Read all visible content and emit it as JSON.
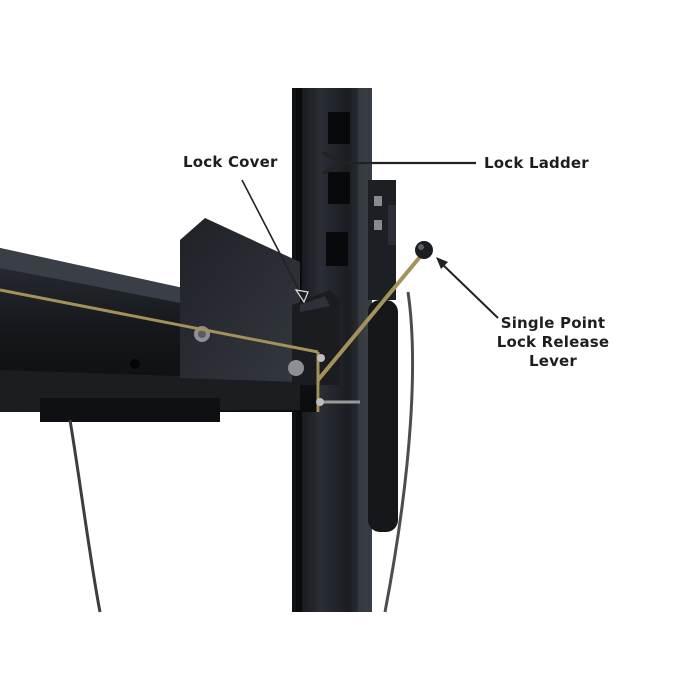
{
  "figure": {
    "subject": "Car lift runway and post showing lock mechanism",
    "background_color": "#ffffff",
    "metal_color": "#16181c",
    "rod_color": "#9a8a55",
    "labels": [
      {
        "id": "lock-cover",
        "text": "Lock Cover"
      },
      {
        "id": "lock-ladder",
        "text": "Lock Ladder"
      },
      {
        "id": "release-lever",
        "lines": [
          "Single Point",
          "Lock Release",
          "Lever"
        ]
      }
    ]
  }
}
